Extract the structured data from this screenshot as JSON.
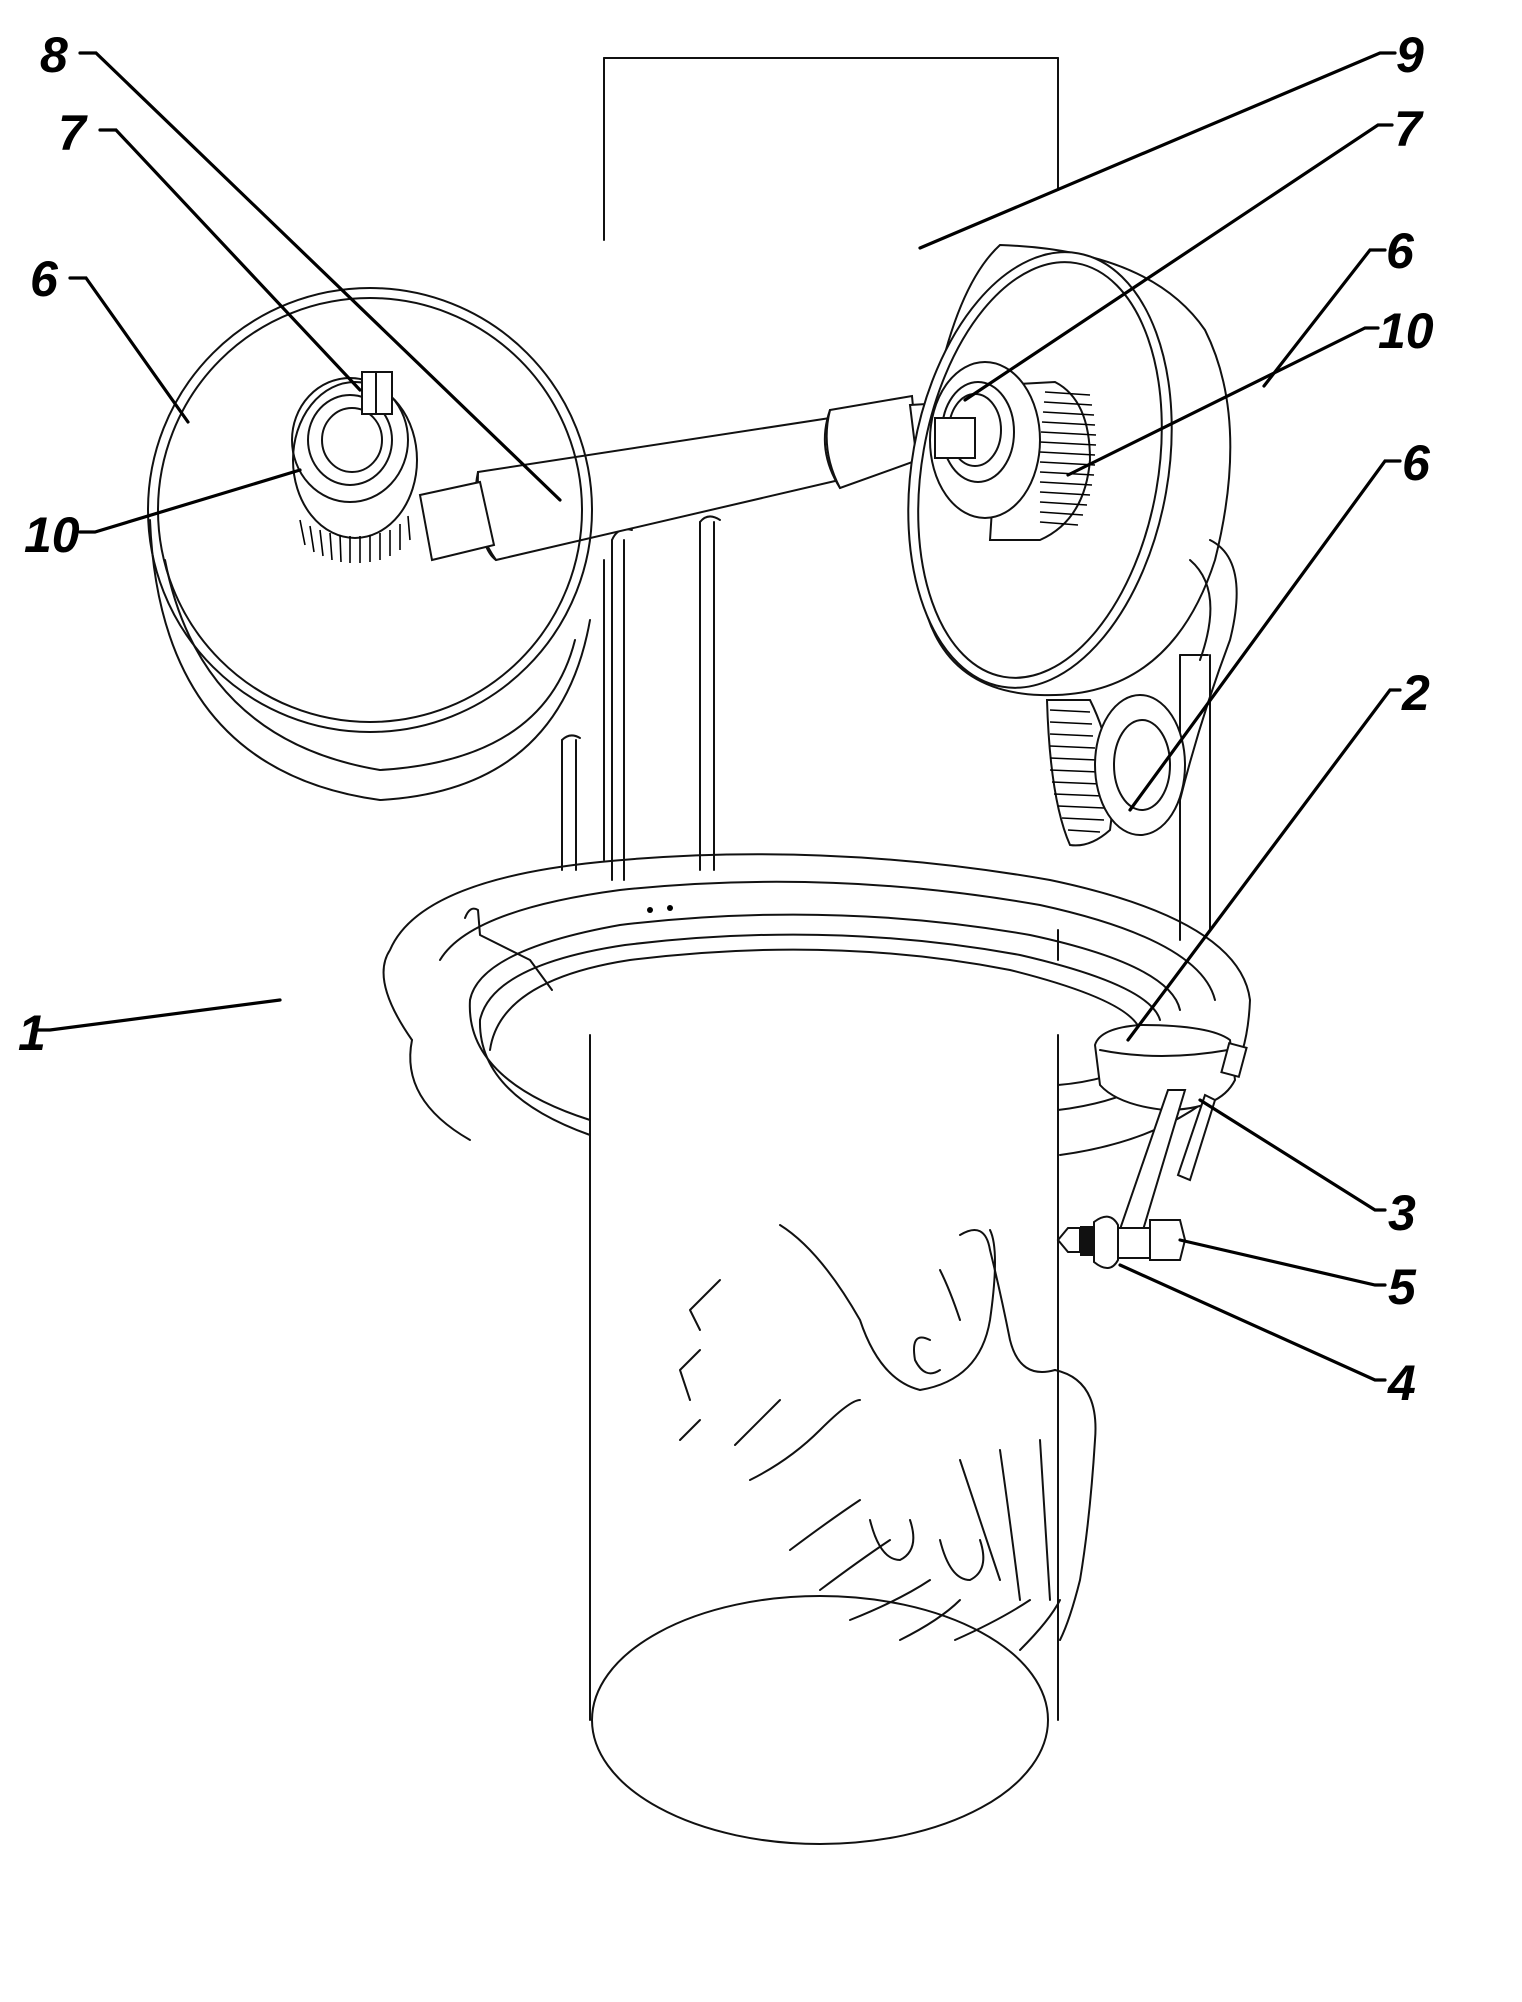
{
  "figure": {
    "type": "patent-perspective-drawing",
    "background": "#ffffff",
    "line_color": "#000000"
  },
  "reference_labels": [
    {
      "id": "label-8",
      "text": "8",
      "part": "horizontal arm / shaft"
    },
    {
      "id": "label-9",
      "text": "9",
      "part": "vertical column / pole"
    },
    {
      "id": "label-7-left",
      "text": "7",
      "part": "left shaft coupling"
    },
    {
      "id": "label-7-right",
      "text": "7",
      "part": "right shaft coupling"
    },
    {
      "id": "label-6-left",
      "text": "6",
      "part": "left wheel housing"
    },
    {
      "id": "label-6-right-upper",
      "text": "6",
      "part": "right wheel housing"
    },
    {
      "id": "label-10-right",
      "text": "10",
      "part": "right gear"
    },
    {
      "id": "label-10-left",
      "text": "10",
      "part": "left gear"
    },
    {
      "id": "label-6-right-lower",
      "text": "6",
      "part": "lower wheel"
    },
    {
      "id": "label-2",
      "text": "2",
      "part": "carriage on ring"
    },
    {
      "id": "label-1",
      "text": "1",
      "part": "ring track"
    },
    {
      "id": "label-3",
      "text": "3",
      "part": "tool arm"
    },
    {
      "id": "label-5",
      "text": "5",
      "part": "nut / fastener"
    },
    {
      "id": "label-4",
      "text": "4",
      "part": "cutting tool / nozzle"
    }
  ]
}
